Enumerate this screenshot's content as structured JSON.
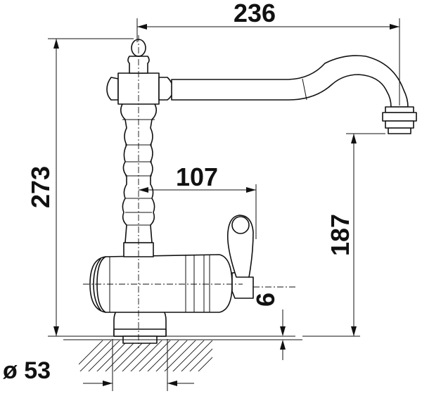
{
  "drawing": {
    "dimensions": {
      "spout_reach": "236",
      "total_height": "273",
      "handle_offset": "107",
      "spout_height": "187",
      "counter_height": "6",
      "base_diameter": "ø 53"
    }
  }
}
